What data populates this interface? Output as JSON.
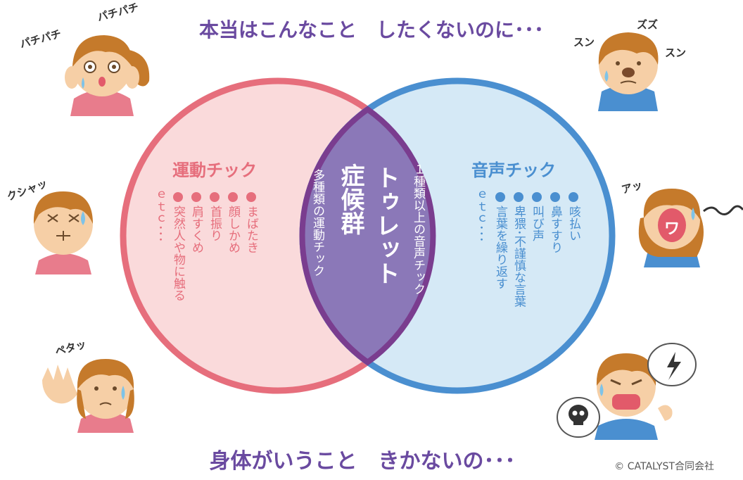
{
  "heading_top": "本当はこんなこと　したくないのに･･･",
  "heading_bottom": "身体がいうこと　きかないの･･･",
  "copyright": "© CATALYST合同会社",
  "motor": {
    "title": "運動チック",
    "items": [
      "まばたき",
      "顔しかめ",
      "首振り",
      "肩すくめ",
      "突然人や物に触る"
    ],
    "etc": "ｅｔｃ･･･"
  },
  "vocal": {
    "title": "音声チック",
    "items": [
      "咳払い",
      "鼻すすり",
      "叫び声",
      "卑猥･不謹慎な言葉",
      "言葉を繰り返す"
    ],
    "etc": "ｅｔｃ･･･"
  },
  "center": {
    "title_line1": "トゥレット",
    "title_line2": "症候群",
    "desc_vocal": "１種類以上の音声チック",
    "desc_motor": "多種類の運動チック"
  },
  "sfx": {
    "blink1": "パチパチ",
    "blink2": "パチパチ",
    "sniff1": "ズズ",
    "sniff2": "スン",
    "sniff3": "スン",
    "grimace": "クシャッ",
    "shout": "アッ",
    "shout_wave": "ワ",
    "touch": "ペタッ"
  },
  "colors": {
    "motor": "#e66e7c",
    "motor_fill": "#fadadb",
    "vocal": "#4a8fd0",
    "vocal_fill": "#d5e9f6",
    "overlap": "#8b78b8",
    "overlap_edge": "#7a3d8f",
    "heading": "#6a4aa0"
  },
  "icons": [
    "skull-icon",
    "lightning-icon"
  ]
}
